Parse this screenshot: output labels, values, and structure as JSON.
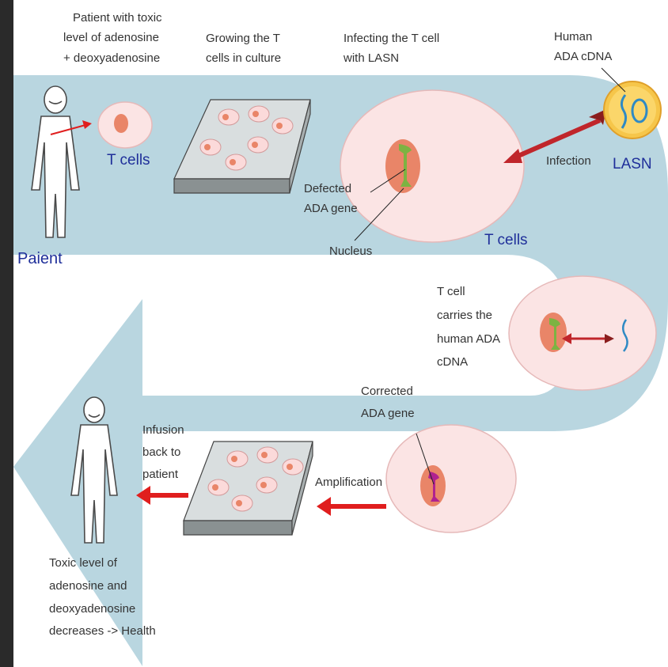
{
  "colors": {
    "band": "#b9d6e0",
    "cell_fill": "#fbe4e4",
    "nucleus": "#e98568",
    "arrow_red": "#e01e1e",
    "infection_arrow": "#c0262b",
    "label_blue": "#1f2f9a",
    "gene_green": "#7db342",
    "gene_magenta": "#b0228f",
    "plasmid_yellow": "#f6c64a",
    "plasmid_dna": "#2f8ac4",
    "sidebar": "#2a2a2a"
  },
  "labels": {
    "patient_toxic": [
      "Patient with toxic",
      "level of adenosine",
      "+ deoxyadenosine"
    ],
    "growing": [
      "Growing the T",
      "cells in culture"
    ],
    "infecting": [
      "Infecting the T cell",
      "with LASN"
    ],
    "human_ada": [
      "Human",
      "ADA cDNA"
    ],
    "t_cells_1": "T cells",
    "patient_name": "Paient",
    "infection": "Infection",
    "lasn": "LASN",
    "defected": [
      "Defected",
      "ADA gene"
    ],
    "nucleus": "Nucleus",
    "t_cells_2": "T cells",
    "t_cell_carries": [
      "T cell",
      "carries the",
      "human ADA",
      "cDNA"
    ],
    "corrected": [
      "Corrected",
      "ADA gene"
    ],
    "infusion": [
      "Infusion",
      "back to",
      "patient"
    ],
    "amplification": "Amplification",
    "toxic_level": [
      "Toxic level of",
      "adenosine and",
      "deoxyadenosine",
      "decreases -> Health"
    ]
  },
  "icons": {
    "patient": "person-outline-icon",
    "plasmid": "plasmid-icon",
    "culture_plate": "culture-plate-icon"
  }
}
